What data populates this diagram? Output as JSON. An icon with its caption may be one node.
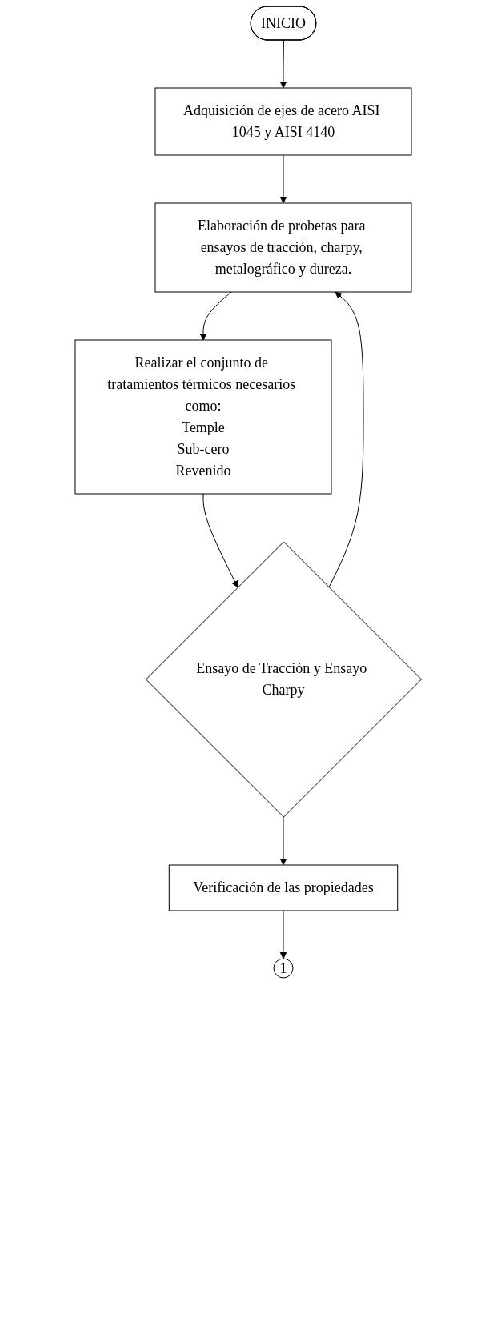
{
  "diagram": {
    "nodes": [
      {
        "text": [
          "INICIO"
        ]
      },
      {
        "text": [
          "Adquisición de ejes de acero AISI 1045 y AISI 4140"
        ]
      },
      {
        "text": [
          "Elaboración de probetas para ensayos de tracción, charpy, metalográfico y dureza."
        ]
      },
      {
        "text": [
          "Realizar el conjunto de tratamientos térmicos necesarios como:",
          "Temple",
          "Sub-cero",
          "Revenido"
        ]
      },
      {
        "text": [
          "Ensayo de Tracción y Ensayo Charpy"
        ]
      },
      {
        "text": [
          "Verificación de las propiedades"
        ]
      },
      {
        "text": [
          "1"
        ]
      }
    ],
    "edges": [
      {
        "from": 0,
        "to": 1,
        "arrow": "to"
      },
      {
        "from": 1,
        "to": 2,
        "arrow": "to"
      },
      {
        "from": 2,
        "to": 3,
        "arrow": "to"
      },
      {
        "from": 3,
        "to": 4,
        "arrow": "to"
      },
      {
        "from": 4,
        "to": 5,
        "arrow": "to"
      },
      {
        "from": 5,
        "to": 6,
        "arrow": "to"
      },
      {
        "from": 4,
        "to": 2,
        "arrow": "to"
      }
    ]
  }
}
